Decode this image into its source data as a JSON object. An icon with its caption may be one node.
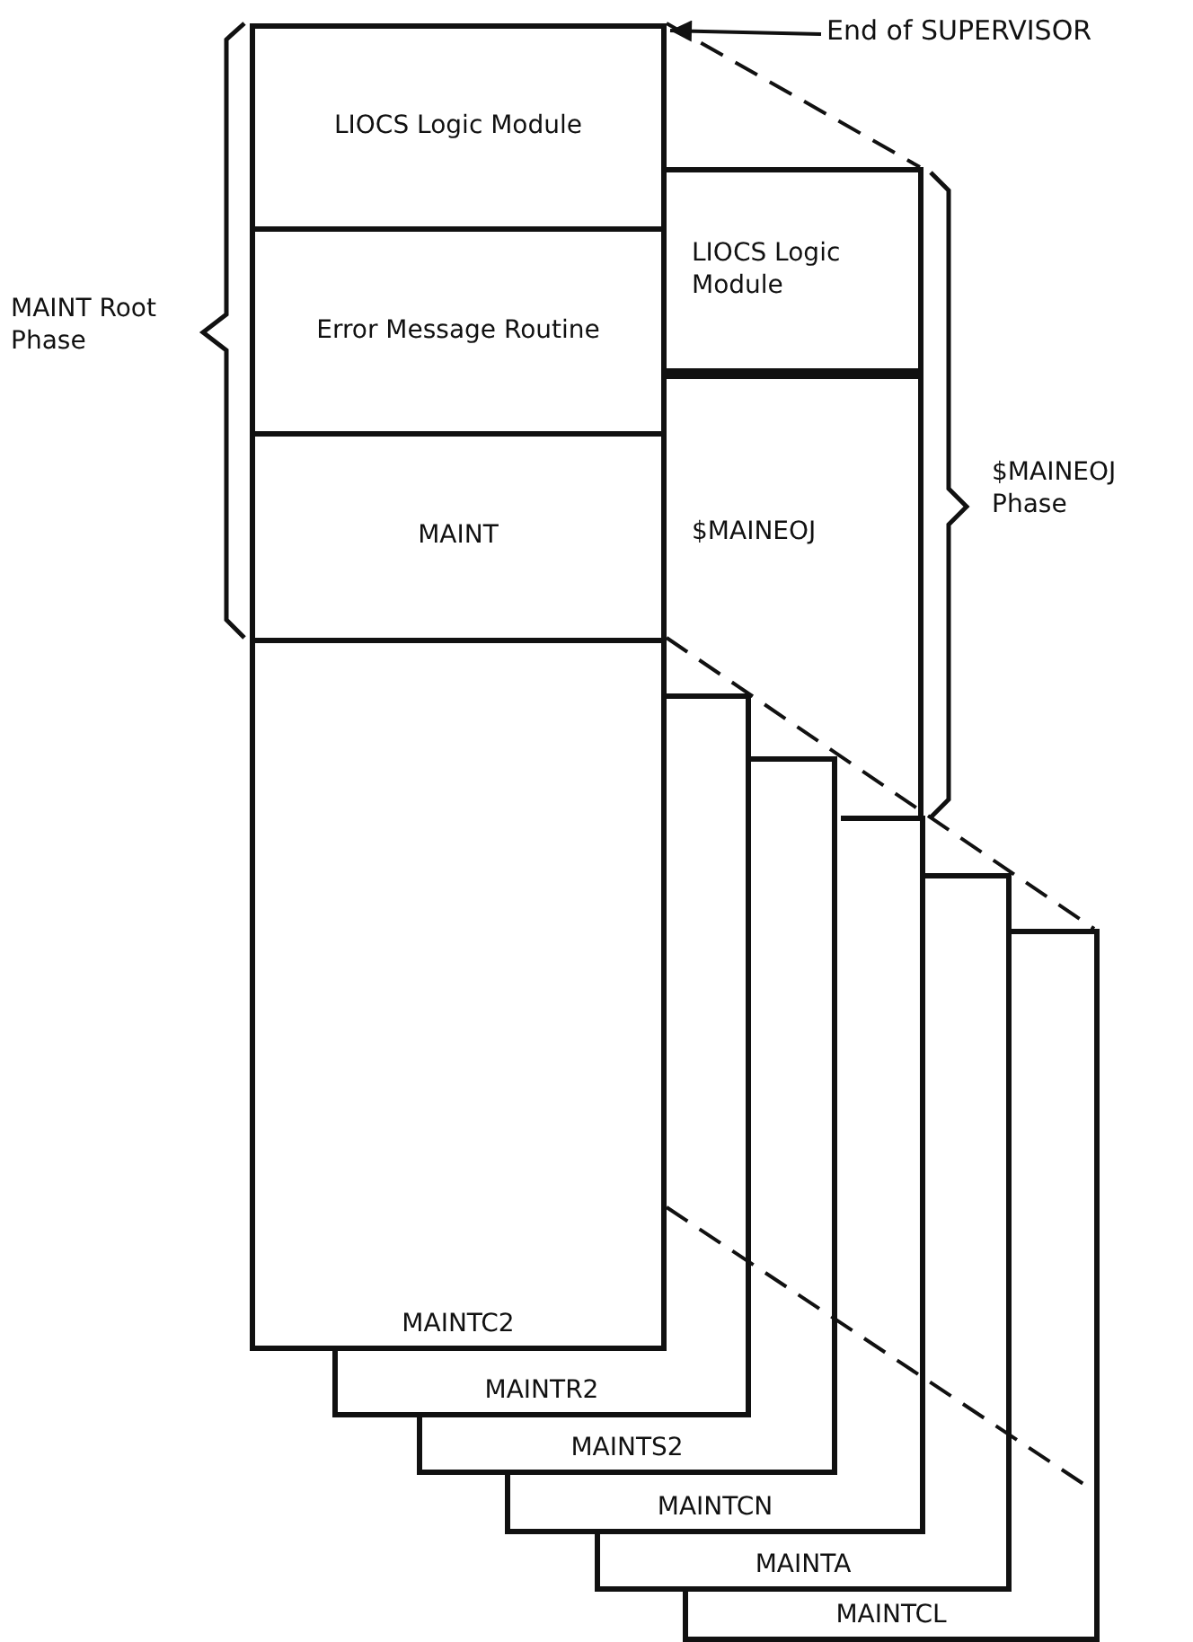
{
  "diagram": {
    "nodes": [
      {
        "text": [
          "End of SUPERVISOR"
        ]
      },
      {
        "text": [
          "LIOCS Logic Module"
        ]
      },
      {
        "text": [
          "Error Message Routine"
        ]
      },
      {
        "text": [
          "MAINT"
        ]
      },
      {
        "text": [
          "LIOCS Logic Module"
        ]
      },
      {
        "text": [
          "$MAINEOJ"
        ]
      },
      {
        "text": [
          "MAINTC2"
        ]
      },
      {
        "text": [
          "MAINTR2"
        ]
      },
      {
        "text": [
          "MAINTS2"
        ]
      },
      {
        "text": [
          "MAINTCN"
        ]
      },
      {
        "text": [
          "MAINTA"
        ]
      },
      {
        "text": [
          "MAINTCL"
        ]
      }
    ],
    "edges": [
      {
        "from": 0,
        "to": 1,
        "arrow": "to"
      }
    ],
    "labels": [
      "MAINT Root Phase",
      "$MAINEOJ Phase"
    ]
  }
}
